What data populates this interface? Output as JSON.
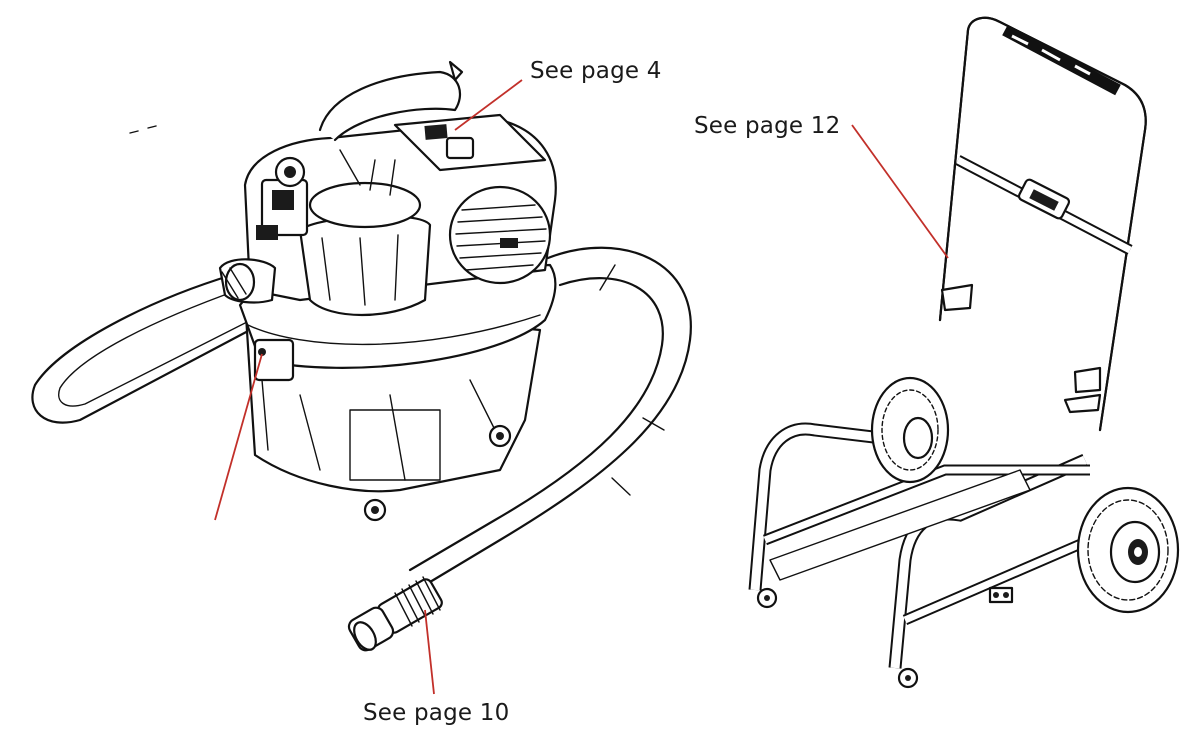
{
  "callouts": {
    "page4": "See page 4",
    "page12": "See page 12",
    "page10": "See page 10"
  },
  "colors": {
    "leader_line": "#c2302a",
    "outline": "#111111"
  }
}
